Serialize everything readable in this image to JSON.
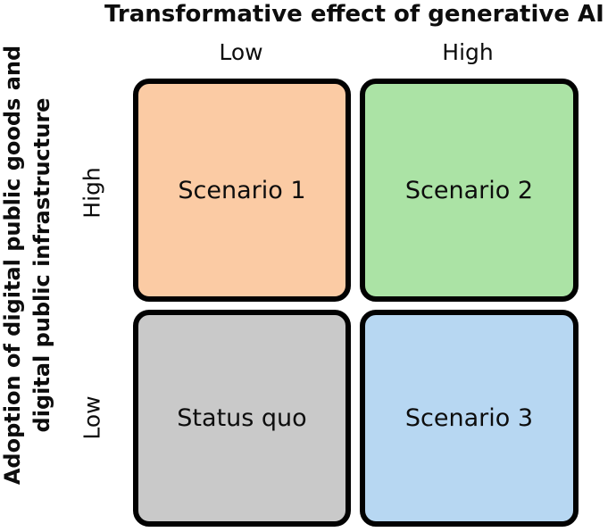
{
  "title": "Transformative effect of generative AI",
  "x_axis": {
    "low_label": "Low",
    "high_label": "High"
  },
  "y_axis": {
    "label_line1": "Adoption of digital public goods and",
    "label_line2": "digital public infrastructure",
    "high_label": "High",
    "low_label": "Low"
  },
  "quadrants": [
    {
      "position": "top-left",
      "label": "Scenario 1",
      "color": "#FBCBA4"
    },
    {
      "position": "top-right",
      "label": "Scenario 2",
      "color": "#ABE3A5"
    },
    {
      "position": "bottom-left",
      "label": "Status quo",
      "color": "#C9C9C9"
    },
    {
      "position": "bottom-right",
      "label": "Scenario 3",
      "color": "#B7D7F2"
    }
  ],
  "colors": {
    "background": "#FFFFFF",
    "border": "#020202",
    "text": "#0D0D0D"
  }
}
